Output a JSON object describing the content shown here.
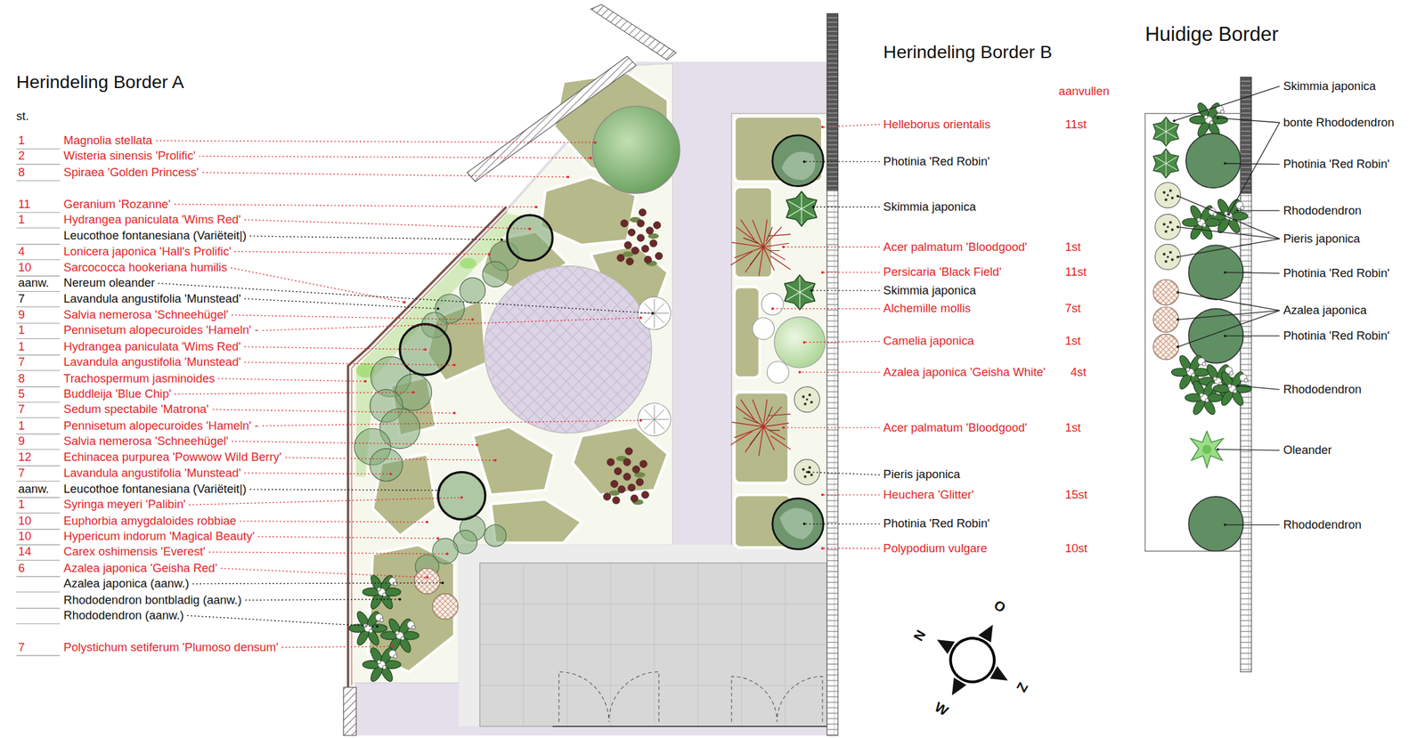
{
  "diagram": {
    "labels": [
      "Herindeling Border A",
      "st.",
      "1",
      "Magnolia stellata",
      "2",
      "Wisteria sinensis 'Prolific'",
      "8",
      "Spiraea 'Golden Princess'",
      "11",
      "Geranium 'Rozanne'",
      "1",
      "Hydrangea paniculata 'Wims Red'",
      "Leucothoe fontanesiana (Variëteit|)",
      "4",
      "Lonicera japonica 'Hall's Prolific'",
      "10",
      "Sarcococca hookeriana humilis",
      "aanw.",
      "Nereum oleander",
      "7",
      "Lavandula angustifolia 'Munstead'",
      "9",
      "Salvia nemerosa 'Schneehügel'",
      "1",
      "Pennisetum alopecuroides 'Hameln' -",
      "1",
      "Hydrangea paniculata 'Wims Red'",
      "7",
      "Lavandula angustifolia 'Munstead'",
      "8",
      "Trachospermum jasminoides",
      "5",
      "Buddleija 'Blue Chip'",
      "7",
      "Sedum spectabile 'Matrona'",
      "1",
      "Pennisetum alopecuroides 'Hameln' -",
      "9",
      "Salvia nemerosa 'Schneehügel'",
      "12",
      "Echinacea purpurea 'Powwow Wild Berry'",
      "7",
      "Lavandula angustifolia 'Munstead'",
      "aanw.",
      "Leucothoe fontanesiana (Variëteit|)",
      "1",
      "Syringa meyeri 'Palibin'",
      "10",
      "Euphorbia amygdaloides robbiae",
      "10",
      "Hypericum indorum 'Magical Beauty'",
      "14",
      "Carex oshimensis 'Everest'",
      "6",
      "Azalea japonica 'Geisha Red'",
      "Azalea japonica (aanw.)",
      "Rhododendron bontbladig (aanw.)",
      "Rhododendron (aanw.)",
      "7",
      "Polystichum setiferum 'Plumoso densum'",
      "Herindeling Border B",
      "aanvullen",
      "Helleborus orientalis",
      "11st",
      "Photinia 'Red Robin'",
      "Skimmia japonica",
      "Acer palmatum 'Bloodgood'",
      "1st",
      "Persicaria 'Black Field'",
      "11st",
      "Skimmia japonica",
      "Alchemille mollis",
      "7st",
      "Camelia japonica",
      "1st",
      "Azalea japonica 'Geisha White'",
      "4st",
      "Acer palmatum 'Bloodgood'",
      "1st",
      "Pieris japonica",
      "Heuchera 'Glitter'",
      "15st",
      "Photinia 'Red Robin'",
      "Polypodium vulgare",
      "10st",
      "Huidige Border",
      "Skimmia japonica",
      "bonte Rhododendron",
      "Photinia 'Red Robin'",
      "Rhododendron",
      "Pieris japonica",
      "Photinia 'Red Robin'",
      "Azalea japonica",
      "Photinia 'Red Robin'",
      "Rhododendron",
      "Oleander",
      "Rhododendron",
      "N",
      "O",
      "Z",
      "W"
    ]
  }
}
